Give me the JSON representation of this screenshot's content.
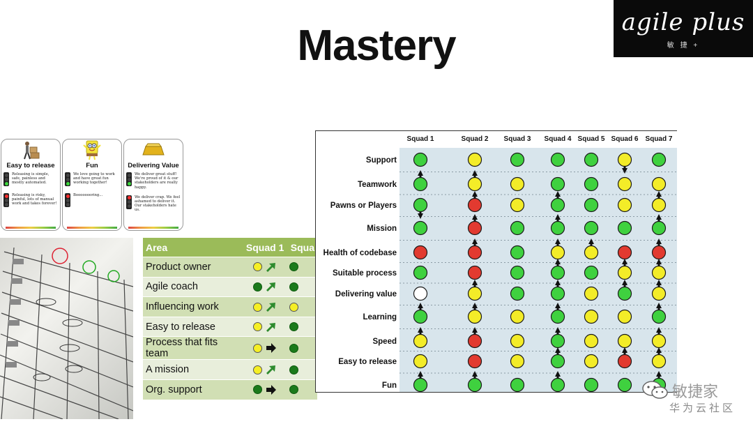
{
  "title": "Mastery",
  "logo": {
    "name": "agile plus",
    "sub": "敏 捷 +"
  },
  "watermark": {
    "line1": "敏捷家",
    "line2": "华为云社区"
  },
  "cards": [
    {
      "title": "Easy to release",
      "good": "Releasing is simple, safe, painless and mostly automated.",
      "bad": "Releasing is risky, painful, lots of manual work and takes forever!"
    },
    {
      "title": "Fun",
      "good": "We love going to work and have great fun working together!",
      "bad": "Boooooooring..."
    },
    {
      "title": "Delivering Value",
      "good": "We deliver great stuff! We're proud of it & our stakeholders are really happy.",
      "bad": "We deliver crap. We feel ashamed to deliver it. Our stakeholders hate us."
    }
  ],
  "area_table": {
    "headers": [
      "Area",
      "Squad 1",
      "Squa"
    ],
    "rows": [
      {
        "area": "Product owner",
        "s1": "yellow",
        "a1": "up",
        "s2": "green"
      },
      {
        "area": "Agile coach",
        "s1": "green",
        "a1": "up",
        "s2": "green"
      },
      {
        "area": "Influencing work",
        "s1": "yellow",
        "a1": "up",
        "s2": "yellow"
      },
      {
        "area": "Easy to release",
        "s1": "yellow",
        "a1": "up",
        "s2": "green"
      },
      {
        "area": "Process that fits team",
        "s1": "yellow",
        "a1": "right",
        "s2": "green"
      },
      {
        "area": "A mission",
        "s1": "yellow",
        "a1": "up",
        "s2": "green"
      },
      {
        "area": "Org. support",
        "s1": "green",
        "a1": "right",
        "s2": "green"
      }
    ]
  },
  "squad_grid": {
    "squads": [
      "Squad 1",
      "Squad 2",
      "Squad 3",
      "Squad 4",
      "Squad 5",
      "Squad 6",
      "Squad 7"
    ],
    "areas": [
      "Support",
      "Teamwork",
      "Pawns or Players",
      "Mission",
      "Health of codebase",
      "Suitable process",
      "Delivering value",
      "Learning",
      "Speed",
      "Easy to release",
      "Fun"
    ],
    "colors": {
      "green": "#3fd13f",
      "yellow": "#f3ec28",
      "red": "#e23a30",
      "empty": "#ffffff"
    },
    "cells": [
      [
        [
          "green",
          "none"
        ],
        [
          "yellow",
          "none"
        ],
        [
          "green",
          "none"
        ],
        [
          "green",
          "none"
        ],
        [
          "green",
          "none"
        ],
        [
          "yellow",
          "down"
        ],
        [
          "green",
          "none"
        ]
      ],
      [
        [
          "green",
          "up"
        ],
        [
          "yellow",
          "up"
        ],
        [
          "yellow",
          "none"
        ],
        [
          "green",
          "none"
        ],
        [
          "green",
          "none"
        ],
        [
          "yellow",
          "none"
        ],
        [
          "yellow",
          "none"
        ]
      ],
      [
        [
          "green",
          "down"
        ],
        [
          "red",
          "up"
        ],
        [
          "yellow",
          "none"
        ],
        [
          "green",
          "up"
        ],
        [
          "green",
          "none"
        ],
        [
          "yellow",
          "none"
        ],
        [
          "yellow",
          "up"
        ]
      ],
      [
        [
          "green",
          "none"
        ],
        [
          "red",
          "up"
        ],
        [
          "green",
          "none"
        ],
        [
          "green",
          "up"
        ],
        [
          "green",
          "none"
        ],
        [
          "green",
          "none"
        ],
        [
          "green",
          "up"
        ]
      ],
      [
        [
          "red",
          "none"
        ],
        [
          "red",
          "up"
        ],
        [
          "green",
          "none"
        ],
        [
          "yellow",
          "up"
        ],
        [
          "yellow",
          "up"
        ],
        [
          "red",
          "none"
        ],
        [
          "red",
          "up"
        ]
      ],
      [
        [
          "green",
          "none"
        ],
        [
          "red",
          "none"
        ],
        [
          "green",
          "none"
        ],
        [
          "green",
          "up"
        ],
        [
          "green",
          "none"
        ],
        [
          "yellow",
          "up"
        ],
        [
          "yellow",
          "up"
        ]
      ],
      [
        [
          "empty",
          "none"
        ],
        [
          "yellow",
          "up"
        ],
        [
          "green",
          "none"
        ],
        [
          "green",
          "up"
        ],
        [
          "yellow",
          "none"
        ],
        [
          "green",
          "up"
        ],
        [
          "yellow",
          "up"
        ]
      ],
      [
        [
          "green",
          "up"
        ],
        [
          "yellow",
          "up"
        ],
        [
          "yellow",
          "none"
        ],
        [
          "green",
          "up"
        ],
        [
          "yellow",
          "none"
        ],
        [
          "yellow",
          "none"
        ],
        [
          "green",
          "up"
        ]
      ],
      [
        [
          "yellow",
          "up"
        ],
        [
          "red",
          "up"
        ],
        [
          "yellow",
          "none"
        ],
        [
          "green",
          "up"
        ],
        [
          "yellow",
          "none"
        ],
        [
          "yellow",
          "none"
        ],
        [
          "yellow",
          "up"
        ]
      ],
      [
        [
          "yellow",
          "none"
        ],
        [
          "red",
          "none"
        ],
        [
          "yellow",
          "none"
        ],
        [
          "green",
          "up"
        ],
        [
          "yellow",
          "none"
        ],
        [
          "red",
          "up"
        ],
        [
          "yellow",
          "up"
        ]
      ],
      [
        [
          "green",
          "up"
        ],
        [
          "green",
          "up"
        ],
        [
          "green",
          "none"
        ],
        [
          "green",
          "up"
        ],
        [
          "green",
          "none"
        ],
        [
          "green",
          "none"
        ],
        [
          "green",
          "up"
        ]
      ]
    ]
  }
}
